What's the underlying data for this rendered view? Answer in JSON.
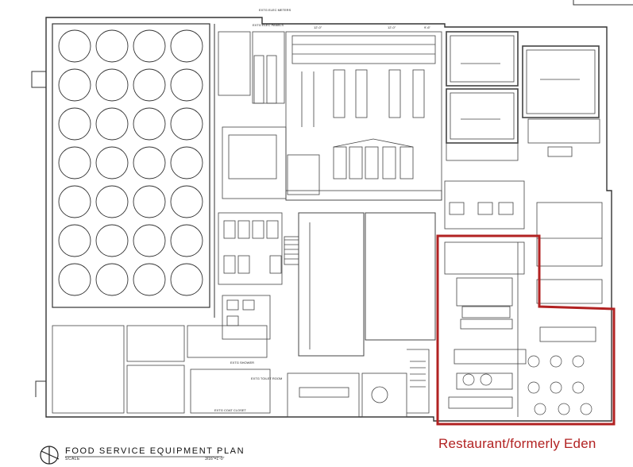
{
  "title": "FOOD SERVICE EQUIPMENT PLAN",
  "scale_label": "SCALE",
  "scale_value": "3/16\"=1'-0\"",
  "annotation": "Restaurant/formerly Eden",
  "highlight_color": "#b22222",
  "line_color": "#333333",
  "room_labels": {
    "elec_meters": "EXTG ELEC METERS",
    "elec_panels": "EXTG ELEC PANELS",
    "exhibit_closet": "EXTG COAT CLOSET",
    "extg_shower": "EXTG SHOWER",
    "extg_toilet_room": "EXTG TOILET ROOM"
  },
  "dimensions": [
    "12'-0\"",
    "12'-0\"",
    "9'-6\""
  ]
}
